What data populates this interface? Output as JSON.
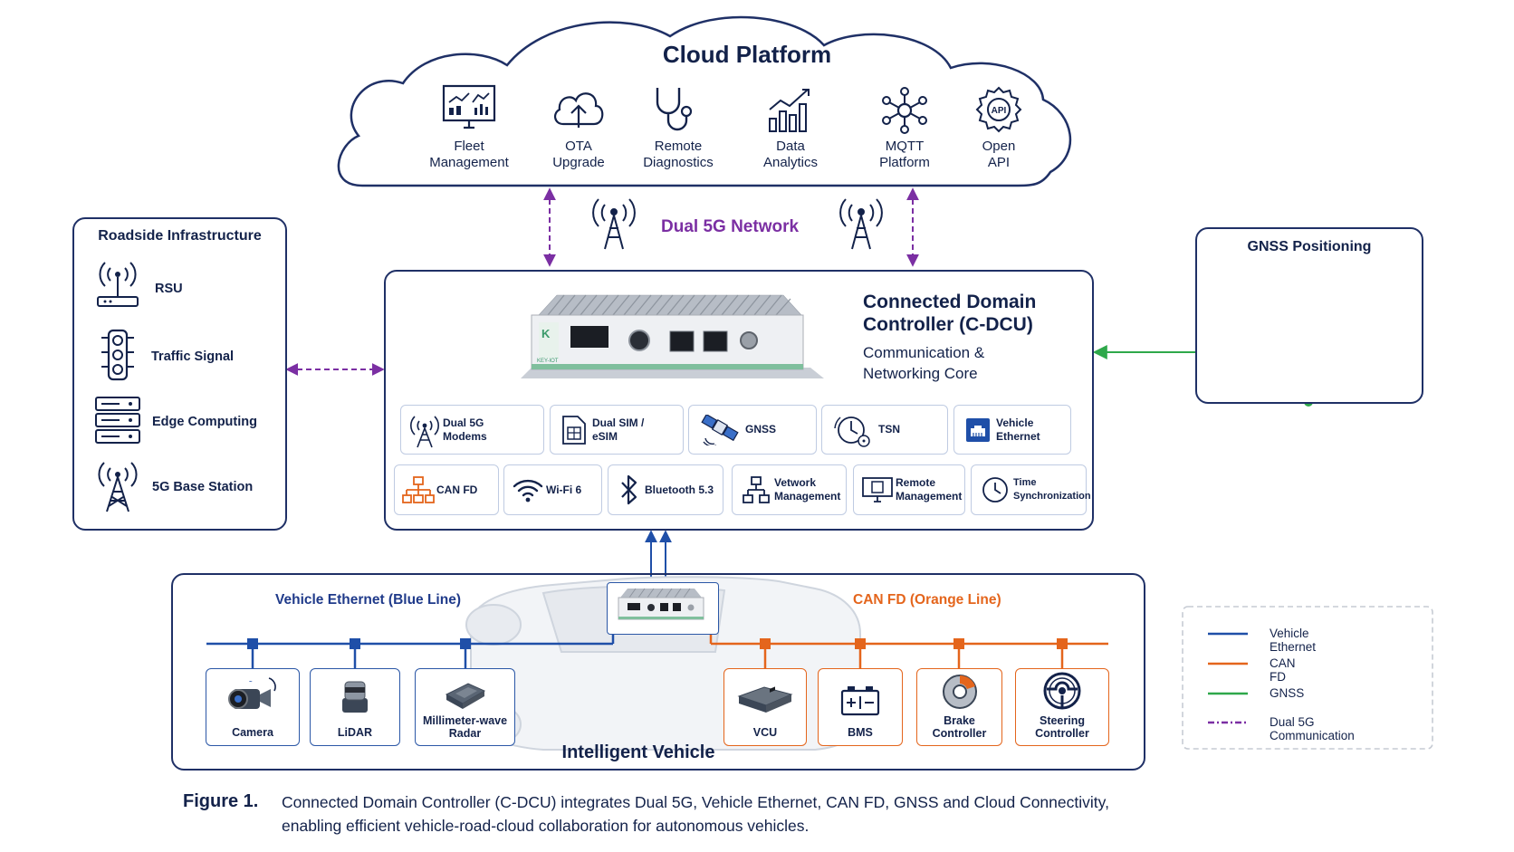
{
  "cloud": {
    "title": "Cloud Platform",
    "items": [
      {
        "line1": "Fleet",
        "line2": "Management",
        "icon": "monitor-dashboard-icon"
      },
      {
        "line1": "OTA",
        "line2": "Upgrade",
        "icon": "cloud-upload-icon"
      },
      {
        "line1": "Remote",
        "line2": "Diagnostics",
        "icon": "stethoscope-icon"
      },
      {
        "line1": "Data",
        "line2": "Analytics",
        "icon": "bar-chart-icon"
      },
      {
        "line1": "MQTT",
        "line2": "Platform",
        "icon": "network-hub-icon"
      },
      {
        "line1": "Open",
        "line2": "API",
        "icon": "api-gear-icon"
      }
    ]
  },
  "network": {
    "label": "Dual 5G Network"
  },
  "roadside": {
    "title": "Roadside Infrastructure",
    "items": [
      {
        "label": "RSU",
        "icon": "rsu-antenna-icon"
      },
      {
        "label": "Traffic Signal",
        "icon": "traffic-light-icon"
      },
      {
        "label": "Edge Computing",
        "icon": "server-rack-icon"
      },
      {
        "label": "5G Base Station",
        "icon": "cell-tower-icon"
      }
    ]
  },
  "gnss": {
    "title": "GNSS Positioning"
  },
  "cdcu": {
    "title_line1": "Connected Domain",
    "title_line2": "Controller (C-DCU)",
    "subtitle_line1": "Communication &",
    "subtitle_line2": "Networking Core",
    "device_brand": "KEY-IOT",
    "row1": [
      {
        "line1": "Dual 5G",
        "line2": "Modems",
        "icon": "tower-signal-icon"
      },
      {
        "line1": "Dual SIM /",
        "line2": "eSIM",
        "icon": "sim-card-icon"
      },
      {
        "line1": "GNSS",
        "line2": "",
        "icon": "satellite-icon"
      },
      {
        "line1": "TSN",
        "line2": "",
        "icon": "clock-sync-icon"
      },
      {
        "line1": "Vehicle",
        "line2": "Ethernet",
        "icon": "ethernet-port-icon"
      }
    ],
    "row2": [
      {
        "line1": "CAN FD",
        "line2": "",
        "icon": "can-tree-icon"
      },
      {
        "line1": "Wi-Fi 6",
        "line2": "",
        "icon": "wifi-icon"
      },
      {
        "line1": "Bluetooth 5.3",
        "line2": "",
        "icon": "bluetooth-icon"
      },
      {
        "line1": "Vetwork",
        "line2": "Management",
        "icon": "network-tree-icon"
      },
      {
        "line1": "Remote",
        "line2": "Management",
        "icon": "remote-monitor-icon"
      },
      {
        "line1": "Time",
        "line2": "Synchronization",
        "icon": "clock-icon"
      }
    ]
  },
  "vehicle": {
    "title": "Intelligent Vehicle",
    "ethernet_label": "Vehicle Ethernet (Blue Line)",
    "can_label": "CAN FD (Orange Line)",
    "ethernet_devices": [
      {
        "line1": "Camera",
        "line2": "",
        "icon": "camera-icon"
      },
      {
        "line1": "LiDAR",
        "line2": "",
        "icon": "lidar-icon"
      },
      {
        "line1": "Millimeter-wave",
        "line2": "Radar",
        "icon": "radar-icon"
      }
    ],
    "can_devices": [
      {
        "line1": "VCU",
        "line2": "",
        "icon": "vcu-icon"
      },
      {
        "line1": "BMS",
        "line2": "",
        "icon": "battery-icon"
      },
      {
        "line1": "Brake",
        "line2": "Controller",
        "icon": "brake-disc-icon"
      },
      {
        "line1": "Steering",
        "line2": "Controller",
        "icon": "steering-wheel-icon"
      }
    ]
  },
  "legend": {
    "items": [
      {
        "label": "Vehicle Ethernet",
        "color": "#1f4fa8",
        "style": "solid"
      },
      {
        "label": "CAN FD",
        "color": "#e4651c",
        "style": "solid"
      },
      {
        "label": "GNSS",
        "color": "#2ea84a",
        "style": "solid"
      },
      {
        "label": "Dual 5G Communication",
        "color": "#7b2fa3",
        "style": "dash-dot"
      }
    ]
  },
  "caption": {
    "label": "Figure 1.",
    "line1": "Connected Domain Controller (C-DCU) integrates Dual 5G, Vehicle Ethernet, CAN FD, GNSS and Cloud Connectivity,",
    "line2": "enabling efficient vehicle-road-cloud collaboration for autonomous vehicles."
  },
  "colors": {
    "navy": "#13224a",
    "ethernet": "#1f4fa8",
    "can": "#e4651c",
    "gnss": "#2ea84a",
    "dual5g": "#7b2fa3"
  }
}
